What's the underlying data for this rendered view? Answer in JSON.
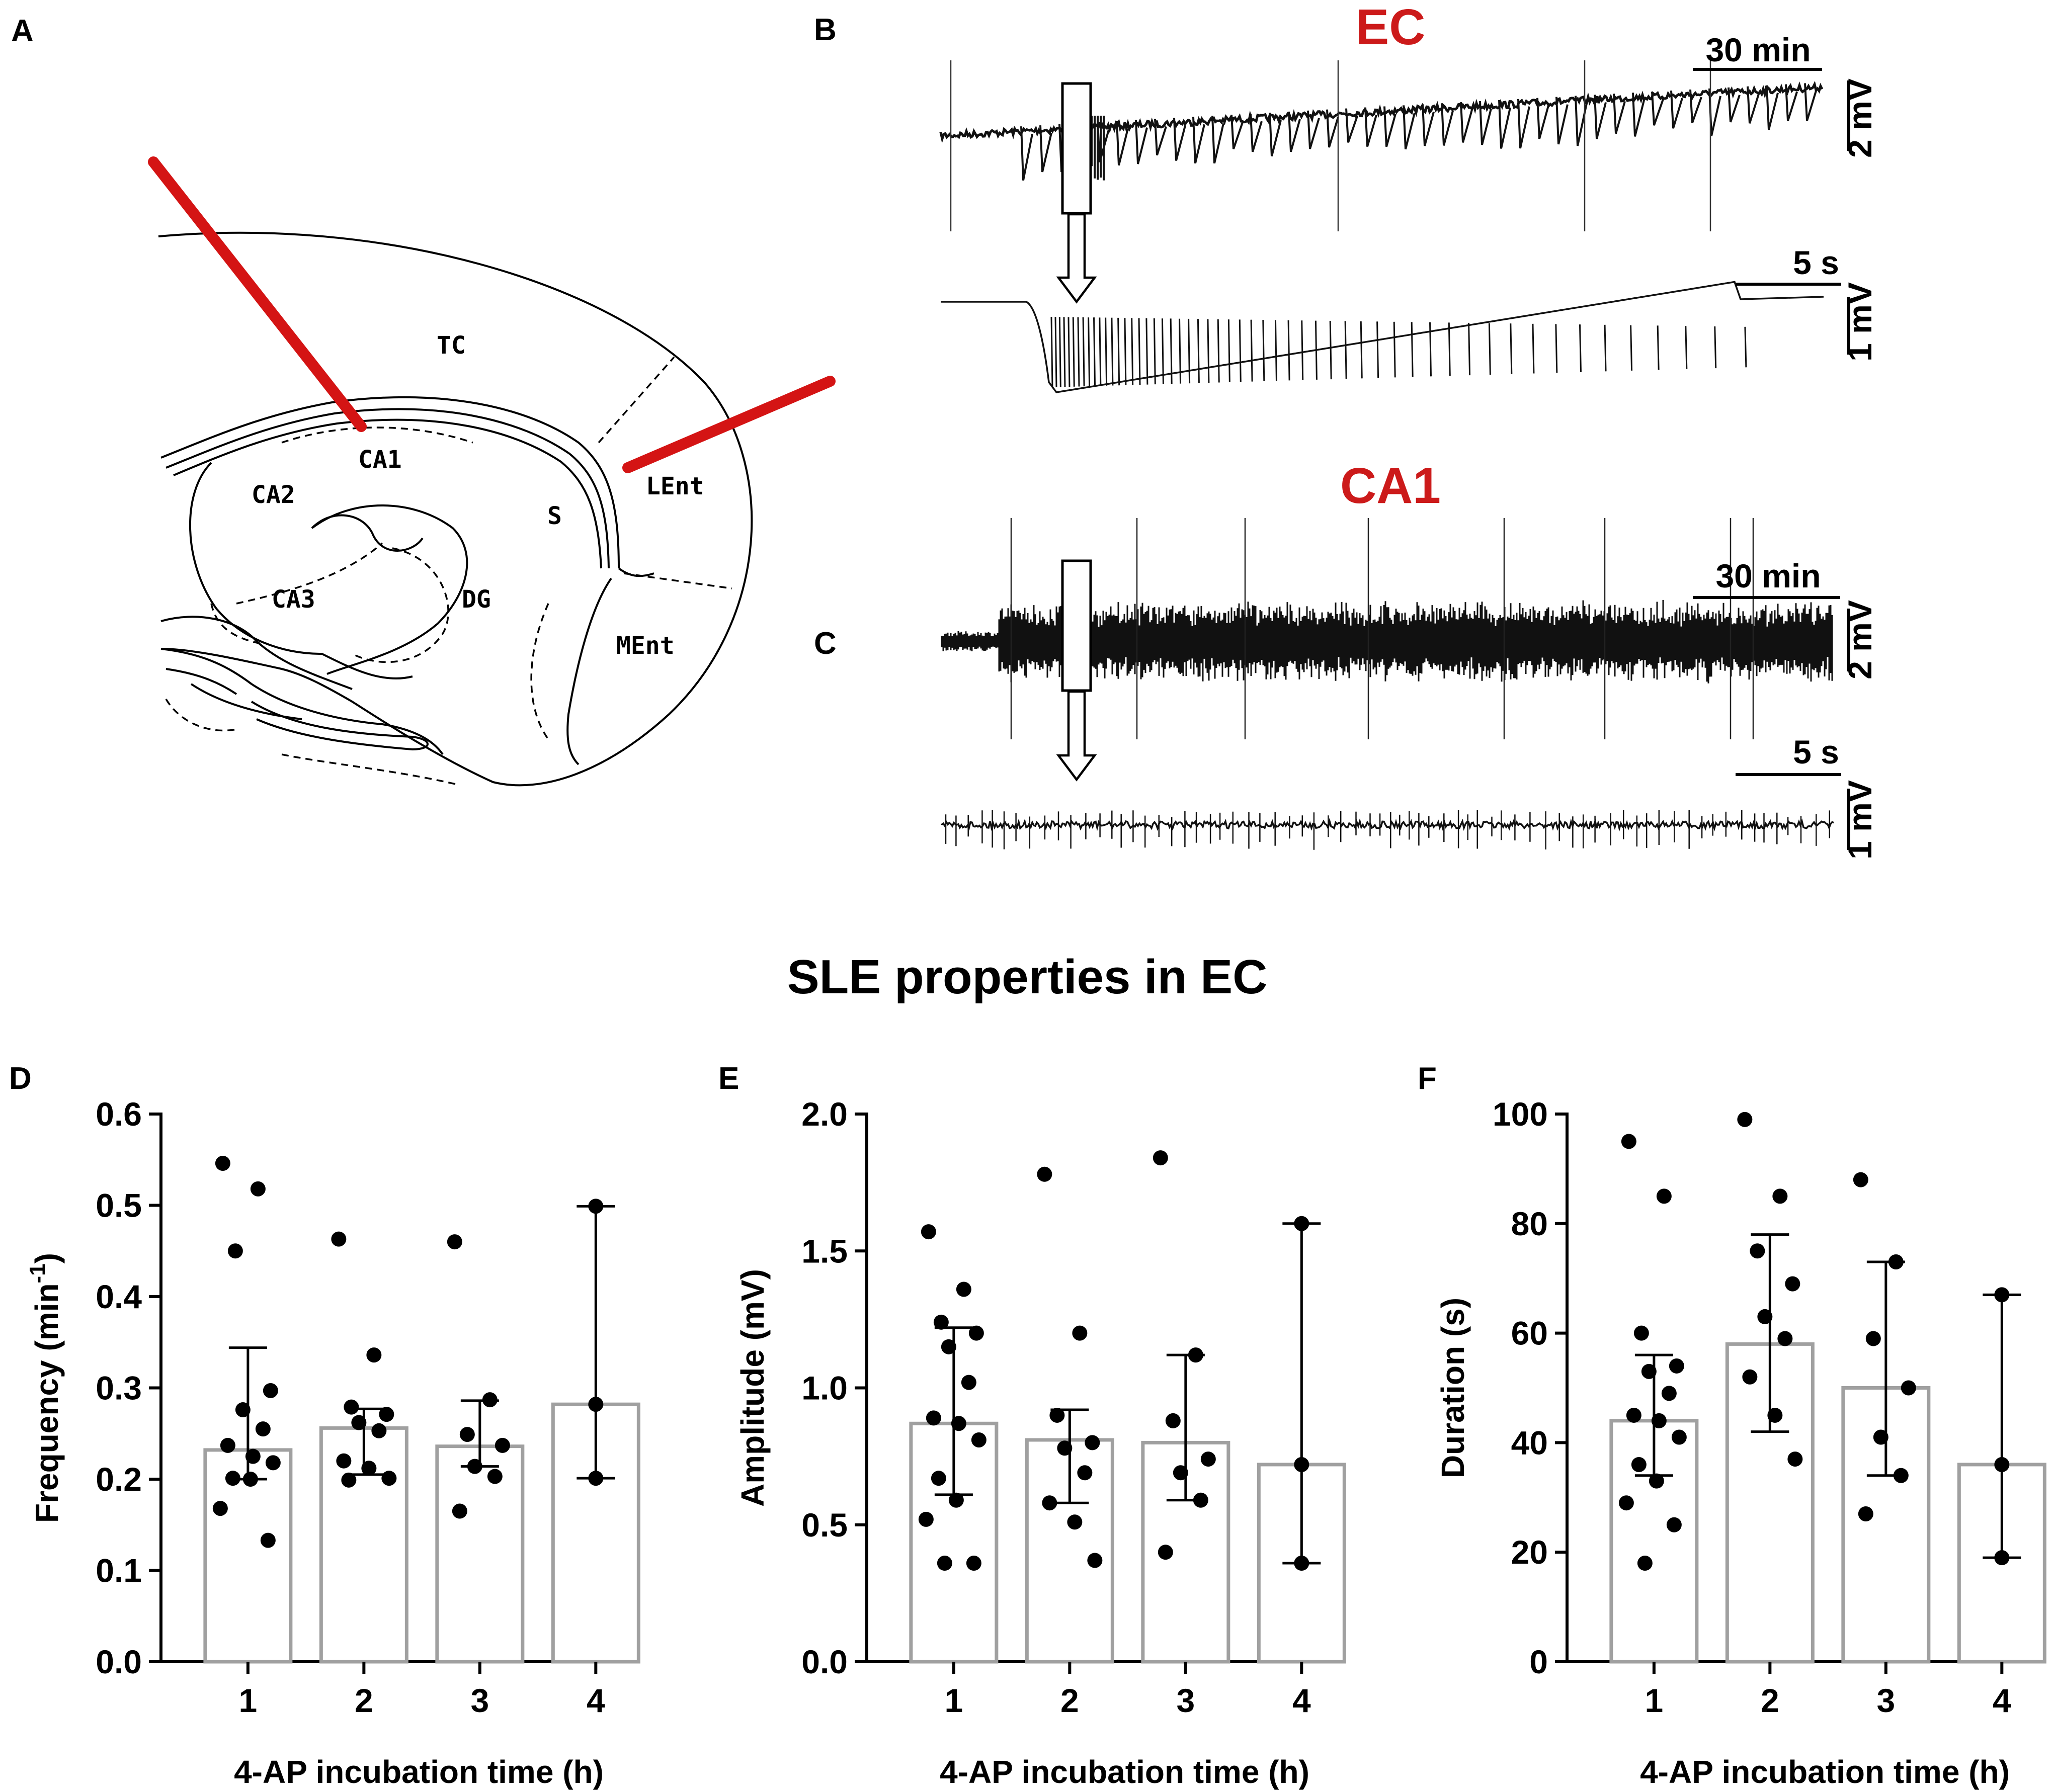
{
  "figure_title": "SLE properties in EC",
  "panel_labels": {
    "A": "A",
    "B": "B",
    "C": "C",
    "D": "D",
    "E": "E",
    "F": "F"
  },
  "brain_regions": [
    "TC",
    "CA1",
    "CA2",
    "CA3",
    "DG",
    "S",
    "LEnt",
    "MEnt"
  ],
  "electrode_color": "#d41414",
  "trace_titles": {
    "ec": "EC",
    "ca1": "CA1"
  },
  "trace_title_color": "#cc1a1a",
  "scale_bars": {
    "ec_long_time": "30 min",
    "ec_long_v": "2 mV",
    "ec_short_time": "5 s",
    "ec_short_v": "1 mV",
    "ca1_long_time": "30 min",
    "ca1_long_v": "2 mV",
    "ca1_short_time": "5 s",
    "ca1_short_v": "1 mV"
  },
  "chart_data": [
    {
      "type": "bar",
      "panel": "D",
      "title": "",
      "xlabel": "4-AP incubation time (h)",
      "ylabel": "Frequency (min-1)",
      "ylabel_main": "Frequency (min",
      "ylabel_sup": "-1",
      "ylabel_end": ")",
      "categories": [
        "1",
        "2",
        "3",
        "4"
      ],
      "values": [
        0.232,
        0.256,
        0.236,
        0.282
      ],
      "error_low": [
        0.2,
        0.205,
        0.214,
        0.201
      ],
      "error_high": [
        0.344,
        0.277,
        0.286,
        0.499
      ],
      "points": [
        [
          0.546,
          0.518,
          0.45,
          0.297,
          0.276,
          0.255,
          0.237,
          0.225,
          0.218,
          0.201,
          0.2,
          0.168,
          0.133
        ],
        [
          0.463,
          0.336,
          0.279,
          0.271,
          0.262,
          0.253,
          0.22,
          0.212,
          0.201,
          0.199
        ],
        [
          0.46,
          0.287,
          0.249,
          0.237,
          0.214,
          0.203,
          0.165
        ],
        [
          0.499,
          0.282,
          0.201
        ]
      ],
      "ylim": [
        0,
        0.6
      ],
      "yticks": [
        "0.0",
        "0.1",
        "0.2",
        "0.3",
        "0.4",
        "0.5",
        "0.6"
      ],
      "ytick_values": [
        0,
        0.1,
        0.2,
        0.3,
        0.4,
        0.5,
        0.6
      ],
      "bar_color": "#a0a0a0",
      "point_color": "#000000"
    },
    {
      "type": "bar",
      "panel": "E",
      "title": "",
      "xlabel": "4-AP incubation time (h)",
      "ylabel": "Amplitude (mV)",
      "categories": [
        "1",
        "2",
        "3",
        "4"
      ],
      "values": [
        0.87,
        0.81,
        0.8,
        0.72
      ],
      "error_low": [
        0.61,
        0.58,
        0.59,
        0.36
      ],
      "error_high": [
        1.22,
        0.92,
        1.12,
        1.6
      ],
      "points": [
        [
          1.57,
          1.36,
          1.24,
          1.2,
          1.15,
          1.02,
          0.89,
          0.87,
          0.81,
          0.67,
          0.59,
          0.52,
          0.36,
          0.36
        ],
        [
          1.78,
          1.2,
          0.9,
          0.8,
          0.78,
          0.69,
          0.58,
          0.51,
          0.37
        ],
        [
          1.84,
          1.12,
          0.88,
          0.74,
          0.69,
          0.59,
          0.4
        ],
        [
          1.6,
          0.72,
          0.36
        ]
      ],
      "ylim": [
        0,
        2
      ],
      "yticks": [
        "0.0",
        "0.5",
        "1.0",
        "1.5",
        "2.0"
      ],
      "ytick_values": [
        0,
        0.5,
        1,
        1.5,
        2
      ],
      "bar_color": "#a0a0a0",
      "point_color": "#000000"
    },
    {
      "type": "bar",
      "panel": "F",
      "title": "",
      "xlabel": "4-AP incubation time (h)",
      "ylabel": "Duration (s)",
      "categories": [
        "1",
        "2",
        "3",
        "4"
      ],
      "values": [
        44,
        58,
        50,
        36
      ],
      "error_low": [
        34,
        42,
        34,
        19
      ],
      "error_high": [
        56,
        78,
        73,
        67
      ],
      "points": [
        [
          95,
          85,
          60,
          54,
          53,
          49,
          45,
          44,
          41,
          36,
          33,
          29,
          25,
          18
        ],
        [
          99,
          85,
          75,
          69,
          63,
          59,
          52,
          45,
          37
        ],
        [
          88,
          73,
          59,
          50,
          41,
          34,
          27
        ],
        [
          67,
          36,
          19
        ]
      ],
      "ylim": [
        0,
        100
      ],
      "yticks": [
        "0",
        "20",
        "40",
        "60",
        "80",
        "100"
      ],
      "ytick_values": [
        0,
        20,
        40,
        60,
        80,
        100
      ],
      "bar_color": "#a0a0a0",
      "point_color": "#000000"
    }
  ]
}
